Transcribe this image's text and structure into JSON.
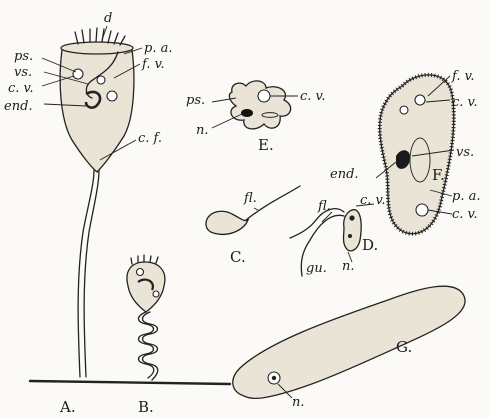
{
  "figure": {
    "panels": {
      "A": {
        "caption": "A.",
        "labels": {
          "d": "d",
          "ps": "ps.",
          "pa": "p. a.",
          "vs": "vs.",
          "fv": "f. v.",
          "cv": "c. v.",
          "end": "end.",
          "cf": "c. f."
        }
      },
      "B": {
        "caption": "B."
      },
      "C": {
        "caption": "C.",
        "labels": {
          "fl": "fl."
        }
      },
      "D": {
        "caption": "D.",
        "labels": {
          "fl": "fl.",
          "cv": "c. v.",
          "gu": "gu.",
          "n": "n."
        }
      },
      "E": {
        "caption": "E.",
        "labels": {
          "ps": "ps.",
          "cv": "c. v.",
          "n": "n."
        }
      },
      "F": {
        "caption": "F.",
        "labels": {
          "fv": "f. v.",
          "cv1": "c. v.",
          "vs": "vs.",
          "end": "end.",
          "pa": "p. a.",
          "cv2": "c. v."
        }
      },
      "G": {
        "caption": "G.",
        "labels": {
          "n": "n."
        }
      }
    }
  }
}
